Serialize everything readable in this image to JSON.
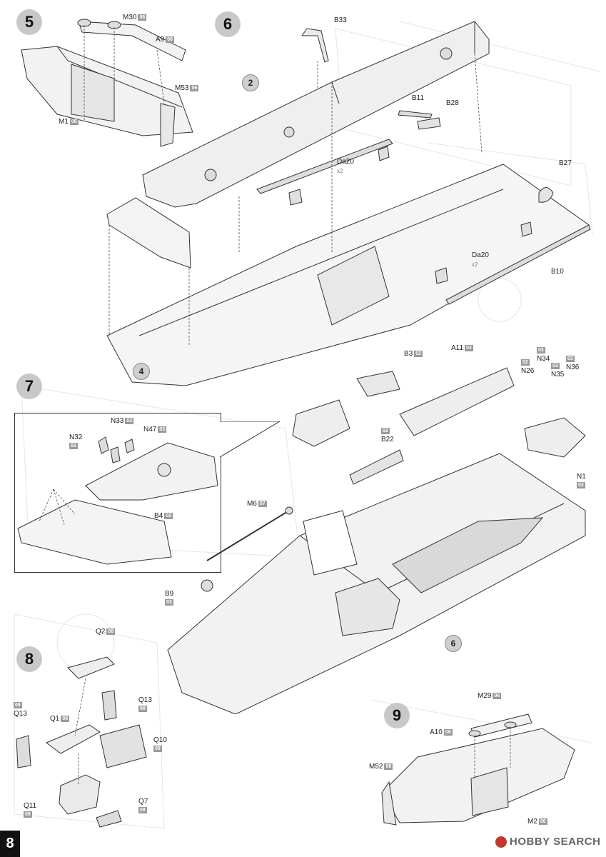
{
  "page_number": "8",
  "watermark": "HOBBY SEARCH",
  "steps": {
    "s5": "5",
    "s6": "6",
    "s7": "7",
    "s8": "8",
    "s9": "9"
  },
  "sub_steps": {
    "two": "2",
    "four": "4",
    "six": "6"
  },
  "labels": {
    "M30": {
      "t": "M30",
      "b": "06"
    },
    "A9": {
      "t": "A9",
      "b": "06"
    },
    "M53": {
      "t": "M53",
      "b": "06"
    },
    "M1": {
      "t": "M1",
      "b": "06"
    },
    "B33": {
      "t": "B33",
      "b": ""
    },
    "B11": {
      "t": "B11",
      "b": ""
    },
    "B28": {
      "t": "B28",
      "b": ""
    },
    "Da20a": {
      "t": "Da20",
      "b": "x2"
    },
    "B27": {
      "t": "B27",
      "b": ""
    },
    "Da20b": {
      "t": "Da20",
      "b": "x2"
    },
    "B10": {
      "t": "B10",
      "b": ""
    },
    "B3": {
      "t": "B3",
      "b": "02"
    },
    "A11": {
      "t": "A11",
      "b": "02"
    },
    "N26": {
      "t": "N26",
      "b": "02"
    },
    "N34": {
      "t": "N34",
      "b": "03"
    },
    "N35": {
      "t": "N35",
      "b": "03"
    },
    "N36": {
      "t": "N36",
      "b": "03"
    },
    "B22": {
      "t": "B22",
      "b": "02"
    },
    "N1": {
      "t": "N1",
      "b": "02"
    },
    "N33": {
      "t": "N33",
      "b": "03"
    },
    "N32": {
      "t": "N32",
      "b": "03"
    },
    "N47": {
      "t": "N47",
      "b": "03"
    },
    "B4": {
      "t": "B4",
      "b": "02"
    },
    "M6": {
      "t": "M6",
      "b": "07"
    },
    "B9": {
      "t": "B9",
      "b": "03"
    },
    "Q2": {
      "t": "Q2",
      "b": "08"
    },
    "Q13a": {
      "t": "Q13",
      "b": "08"
    },
    "Q13b": {
      "t": "Q13",
      "b": "08"
    },
    "Q1": {
      "t": "Q1",
      "b": "08"
    },
    "Q10": {
      "t": "Q10",
      "b": "08"
    },
    "Q11": {
      "t": "Q11",
      "b": "08"
    },
    "Q7": {
      "t": "Q7",
      "b": "08"
    },
    "M29": {
      "t": "M29",
      "b": "06"
    },
    "A10": {
      "t": "A10",
      "b": "06"
    },
    "M52": {
      "t": "M52",
      "b": "06"
    },
    "M2": {
      "t": "M2",
      "b": "06"
    }
  }
}
